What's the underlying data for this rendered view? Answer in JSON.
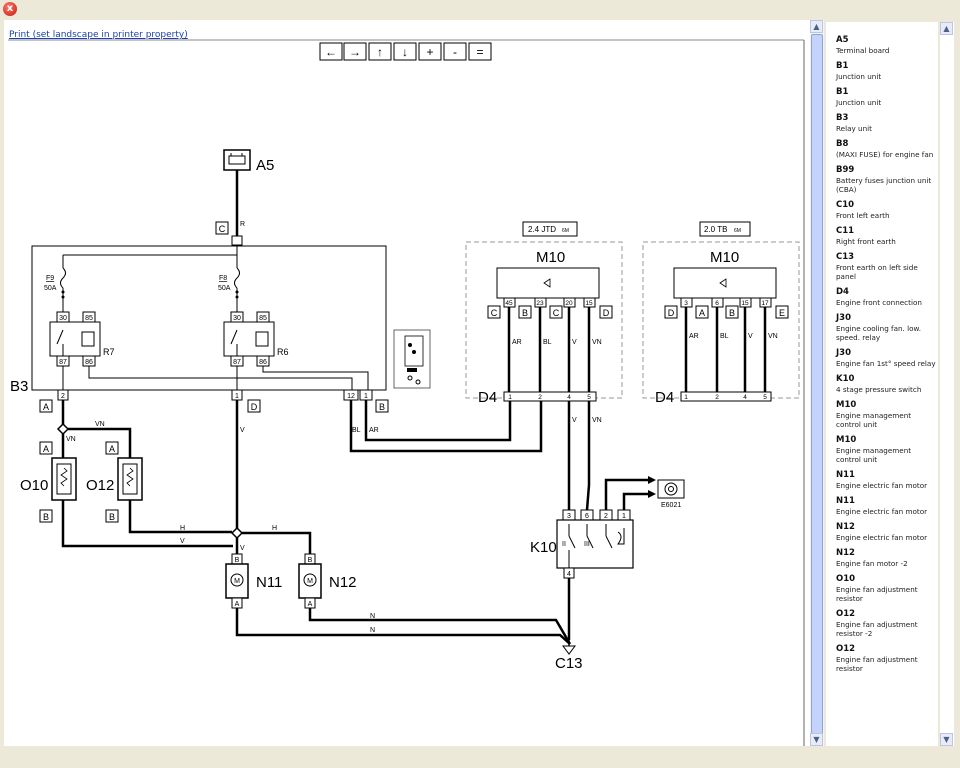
{
  "window": {
    "close_label": "x"
  },
  "print_link": "Print (set landscape in printer property)",
  "nav_buttons": [
    "←",
    "→",
    "↑",
    "↓",
    "+",
    "-",
    "="
  ],
  "diagram": {
    "A5": "A5",
    "B3": "B3",
    "F9": "F9",
    "F9_amp": "50A",
    "F8": "F8",
    "F8_amp": "50A",
    "R7": "R7",
    "R6": "R6",
    "D4_left": "D4",
    "D4_right": "D4",
    "M10_left": "M10",
    "M10_right": "M10",
    "engine_left": "2.4 JTD",
    "engine_left_sup": "6M",
    "engine_right": "2.0 TB",
    "engine_right_sup": "6M",
    "O10": "O10",
    "O12": "O12",
    "N11": "N11",
    "N12": "N12",
    "K10": "K10",
    "C13": "C13",
    "E6021": "E6021",
    "conn_C": "C",
    "conn_A": "A",
    "conn_B": "B",
    "conn_D": "D",
    "conn_E": "E",
    "wire_R": "R",
    "wire_VN": "VN",
    "wire_V": "V",
    "wire_H": "H",
    "wire_N": "N",
    "wire_BL": "BL",
    "wire_AR": "AR",
    "relay_pins": [
      "30",
      "85",
      "87",
      "86"
    ],
    "b3_pins": [
      "2",
      "1",
      "12",
      "1"
    ],
    "m10_left_pins": [
      "45",
      "23",
      "20",
      "15"
    ],
    "m10_right_pins": [
      "3",
      "6",
      "15",
      "17"
    ],
    "d4_pins": [
      "1",
      "2",
      "4",
      "5"
    ],
    "k10_pins": [
      "3",
      "6",
      "2",
      "1",
      "4"
    ],
    "k10_switches": [
      "II",
      "III"
    ]
  },
  "legend": [
    {
      "code": "A5",
      "desc": "Terminal board"
    },
    {
      "code": "B1",
      "desc": "Junction unit"
    },
    {
      "code": "B1",
      "desc": "Junction unit"
    },
    {
      "code": "B3",
      "desc": "Relay unit"
    },
    {
      "code": "B8",
      "desc": "(MAXI FUSE) for engine fan"
    },
    {
      "code": "B99",
      "desc": "Battery fuses junction unit (CBA)"
    },
    {
      "code": "C10",
      "desc": "Front left earth"
    },
    {
      "code": "C11",
      "desc": "Right front earth"
    },
    {
      "code": "C13",
      "desc": "Front earth on left side panel"
    },
    {
      "code": "D4",
      "desc": "Engine front connection"
    },
    {
      "code": "J30",
      "desc": "Engine cooling fan. low. speed. relay"
    },
    {
      "code": "J30",
      "desc": "Engine fan 1st° speed relay"
    },
    {
      "code": "K10",
      "desc": "4 stage pressure switch"
    },
    {
      "code": "M10",
      "desc": "Engine management control unit"
    },
    {
      "code": "M10",
      "desc": "Engine management control unit"
    },
    {
      "code": "N11",
      "desc": "Engine electric fan motor"
    },
    {
      "code": "N11",
      "desc": "Engine electric fan motor"
    },
    {
      "code": "N12",
      "desc": "Engine electric fan motor"
    },
    {
      "code": "N12",
      "desc": "Engine fan motor -2"
    },
    {
      "code": "O10",
      "desc": "Engine fan adjustment resistor"
    },
    {
      "code": "O12",
      "desc": "Engine fan adjustment resistor -2"
    },
    {
      "code": "O12",
      "desc": "Engine fan adjustment resistor"
    }
  ]
}
